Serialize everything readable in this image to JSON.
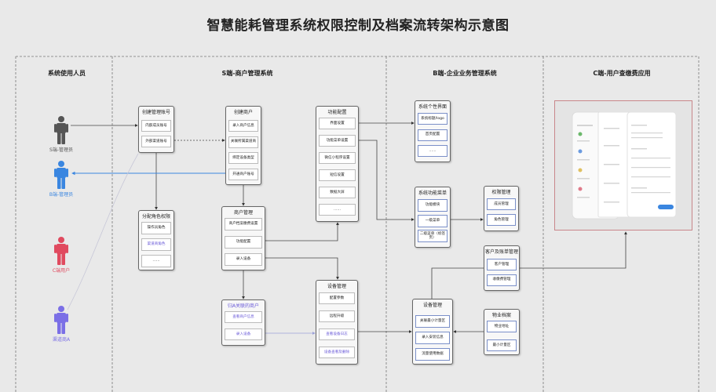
{
  "title": "智慧能耗管理系统权限控制及档案流转架构示意图",
  "columns": [
    "系统使用人员",
    "S端-商户管理系统",
    "B端-企业业务管理系统",
    "C端-用户查缴费应用"
  ],
  "persons": [
    {
      "label": "S端-管理员",
      "color": "#555555"
    },
    {
      "label": "B端-管理员",
      "color": "#3a86e0"
    },
    {
      "label": "C端用户",
      "color": "#e04a5f"
    },
    {
      "label": "渠道商A",
      "color": "#7b6fe6"
    }
  ],
  "boxes": {
    "create_admin": {
      "title": "创建管理账号",
      "items": [
        {
          "text": "内部成员账号"
        },
        {
          "text": "外部渠道账号"
        }
      ]
    },
    "assign_roles": {
      "title": "分配角色权限",
      "items": [
        {
          "text": "操作员角色"
        },
        {
          "text": "渠道商角色",
          "highlight": true
        },
        {
          "text": "……"
        }
      ]
    },
    "create_merchant": {
      "title": "创建商户",
      "items": [
        {
          "text": "录入商户信息"
        },
        {
          "text": "关联所属渠道商"
        },
        {
          "text": "绑定设备类型"
        },
        {
          "text": "开通商户账号"
        }
      ]
    },
    "merchant_mgmt": {
      "title": "商户管理",
      "items": [
        {
          "text": "商户档案缴费设置"
        },
        {
          "text": "功能配置"
        },
        {
          "text": "录入设备"
        }
      ]
    },
    "channel_merchants": {
      "title": "归A关联的商户",
      "highlight": true,
      "items": [
        {
          "text": "查看商户信息",
          "highlight": true
        },
        {
          "text": "录入设备",
          "highlight": true
        }
      ]
    },
    "device_mgmt_s": {
      "title": "设备管理",
      "items": [
        {
          "text": "配置参数"
        },
        {
          "text": "远程升级"
        },
        {
          "text": "查看设备日志",
          "highlight": true
        },
        {
          "text": "设备查看及删除",
          "highlight": true
        }
      ]
    },
    "func_config": {
      "title": "功能配置",
      "items": [
        {
          "text": "界面设置"
        },
        {
          "text": "功能菜单设置"
        },
        {
          "text": "微信小程序设置"
        },
        {
          "text": "短信设置"
        },
        {
          "text": "数据大屏"
        },
        {
          "text": "……"
        }
      ]
    },
    "sys_ui": {
      "title": "系统个性界面",
      "items": [
        {
          "text": "系统标题/logo"
        },
        {
          "text": "首页配置"
        },
        {
          "text": "……"
        }
      ]
    },
    "sys_menu": {
      "title": "系统功能菜单",
      "items": [
        {
          "text": "功能模块"
        },
        {
          "text": "一级菜单"
        },
        {
          "text": "二级菜单（标签页）"
        }
      ]
    },
    "permission": {
      "title": "权限管理",
      "items": [
        {
          "text": "成员管理"
        },
        {
          "text": "角色管理"
        }
      ]
    },
    "customer_bill": {
      "title": "客户及账单管理",
      "items": [
        {
          "text": "客户管理"
        },
        {
          "text": "收缴费管理"
        }
      ]
    },
    "property": {
      "title": "物业档案",
      "items": [
        {
          "text": "物业地址"
        },
        {
          "text": "最小计量区"
        }
      ]
    },
    "device_mgmt_b": {
      "title": "设备管理",
      "items": [
        {
          "text": "关联最小计量区"
        },
        {
          "text": "录入安装信息"
        },
        {
          "text": "流量使用数据"
        }
      ]
    }
  },
  "colors": {
    "highlight": "#6a5ad8",
    "line": "#555555",
    "blue_line": "#3a86e0",
    "frame": "#c9868a"
  }
}
